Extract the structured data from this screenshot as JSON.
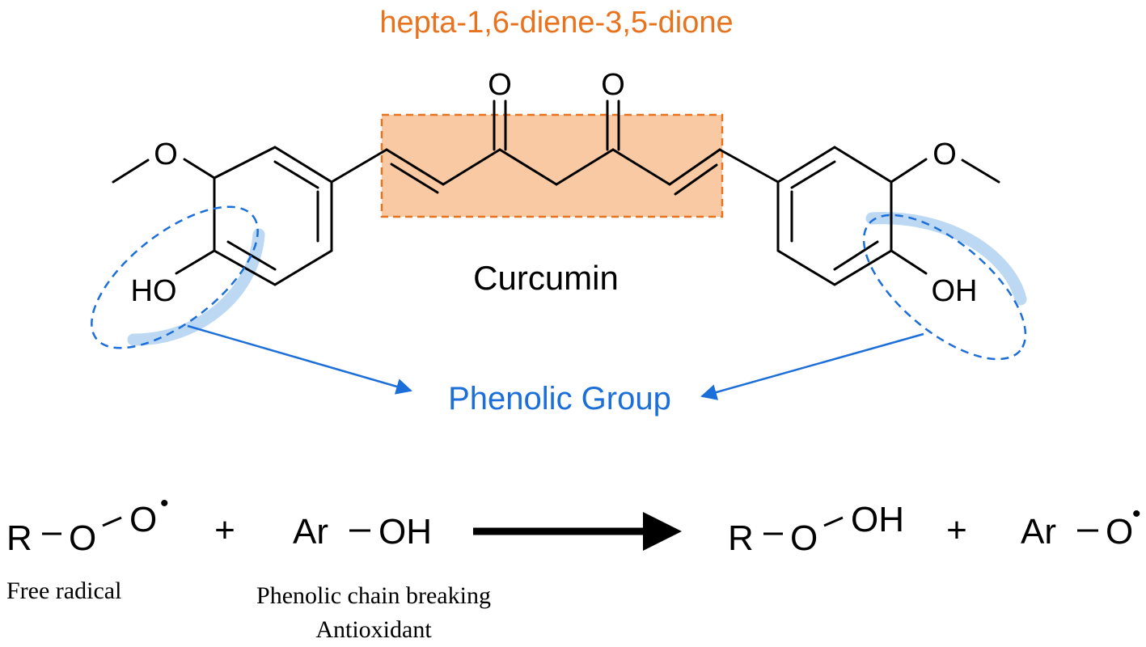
{
  "header": {
    "core_name": "hepta-1,6-diene-3,5-dione"
  },
  "molecule": {
    "name": "Curcumin",
    "ketone_label_left": "O",
    "ketone_label_right": "O",
    "methoxy_o_left": "O",
    "methoxy_o_right": "O",
    "hydroxyl_left": "HO",
    "hydroxyl_right": "OH"
  },
  "callout": {
    "label": "Phenolic Group"
  },
  "reaction": {
    "reactant1": {
      "r": "R",
      "o1": "O",
      "o2": "O",
      "radical_dot": "•"
    },
    "plus1": "+",
    "reactant2": {
      "ar": "Ar",
      "oh": "OH"
    },
    "product1": {
      "r": "R",
      "o1": "O",
      "oh": "OH"
    },
    "plus2": "+",
    "product2": {
      "ar": "Ar",
      "o": "O",
      "radical_dot": "•"
    },
    "caption_free_radical": "Free radical",
    "caption_antioxidant_line1": "Phenolic chain breaking",
    "caption_antioxidant_line2": "Antioxidant"
  },
  "colors": {
    "orange": "#E8731E",
    "orange_fill": "#F8C9A3",
    "blue": "#1C6ED9",
    "blue_light": "#BCD8F2",
    "black": "#000000"
  }
}
